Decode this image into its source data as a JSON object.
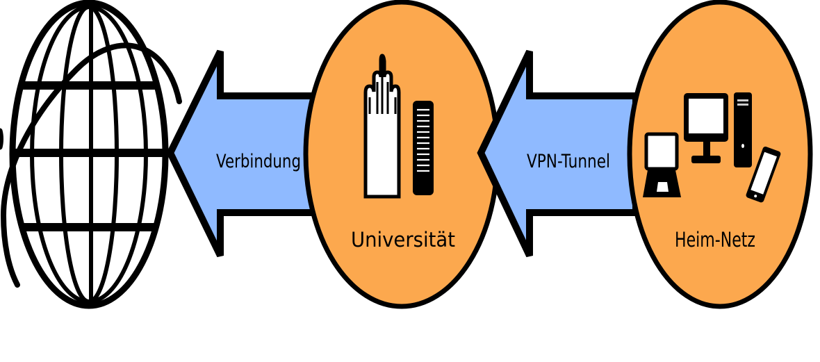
{
  "diagram": {
    "colors": {
      "node_fill": "#FCA84E",
      "arrow_fill": "#8FBAFF",
      "stroke": "#000000",
      "icon_white": "#FFFFFF"
    },
    "internet": {
      "icon": "globe-icon"
    },
    "arrows": [
      {
        "label": "Verbindung",
        "direction": "left",
        "from": "Universität",
        "to": "internet"
      },
      {
        "label": "VPN-Tunnel",
        "direction": "left",
        "from": "Heim-Netz",
        "to": "Universität"
      }
    ],
    "nodes": [
      {
        "label": "Universität",
        "icons": [
          "university-tower-icon",
          "server-rack-icon"
        ]
      },
      {
        "label": "Heim-Netz",
        "icons": [
          "laptop-icon",
          "desktop-monitor-icon",
          "pc-tower-icon",
          "smartphone-icon"
        ]
      }
    ]
  }
}
